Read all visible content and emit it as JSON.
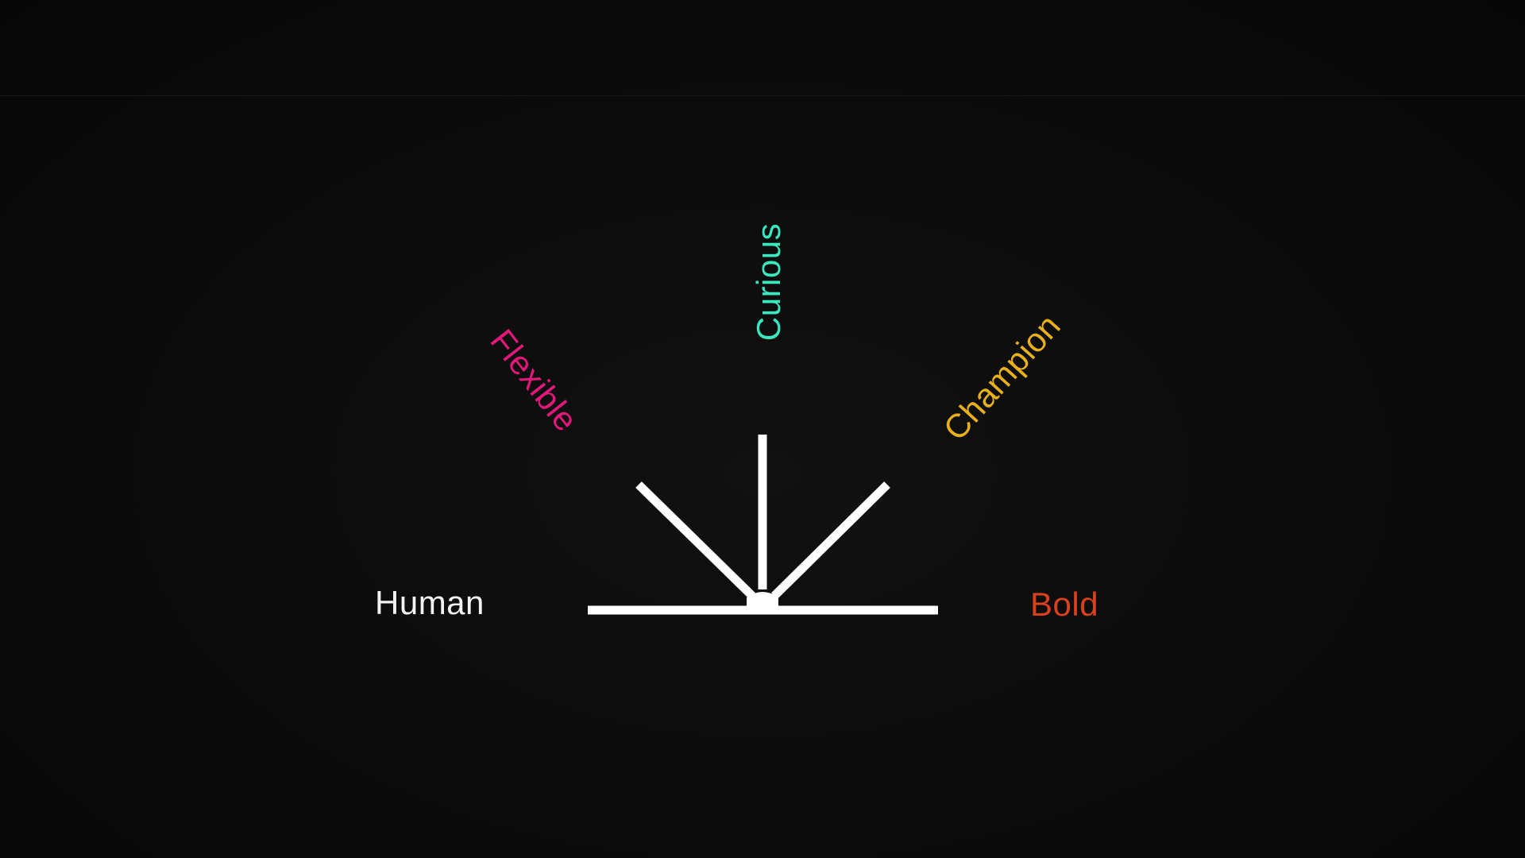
{
  "values": [
    {
      "id": "human",
      "label": "Human",
      "color": "#f2f2f2"
    },
    {
      "id": "flexible",
      "label": "Flexible",
      "color": "#e2187a"
    },
    {
      "id": "curious",
      "label": "Curious",
      "color": "#39e8bf"
    },
    {
      "id": "champion",
      "label": "Champion",
      "color": "#e8b11c"
    },
    {
      "id": "bold",
      "label": "Bold",
      "color": "#d9401c"
    }
  ],
  "emblem": {
    "color": "#ffffff",
    "icon": "sunburst-icon"
  }
}
